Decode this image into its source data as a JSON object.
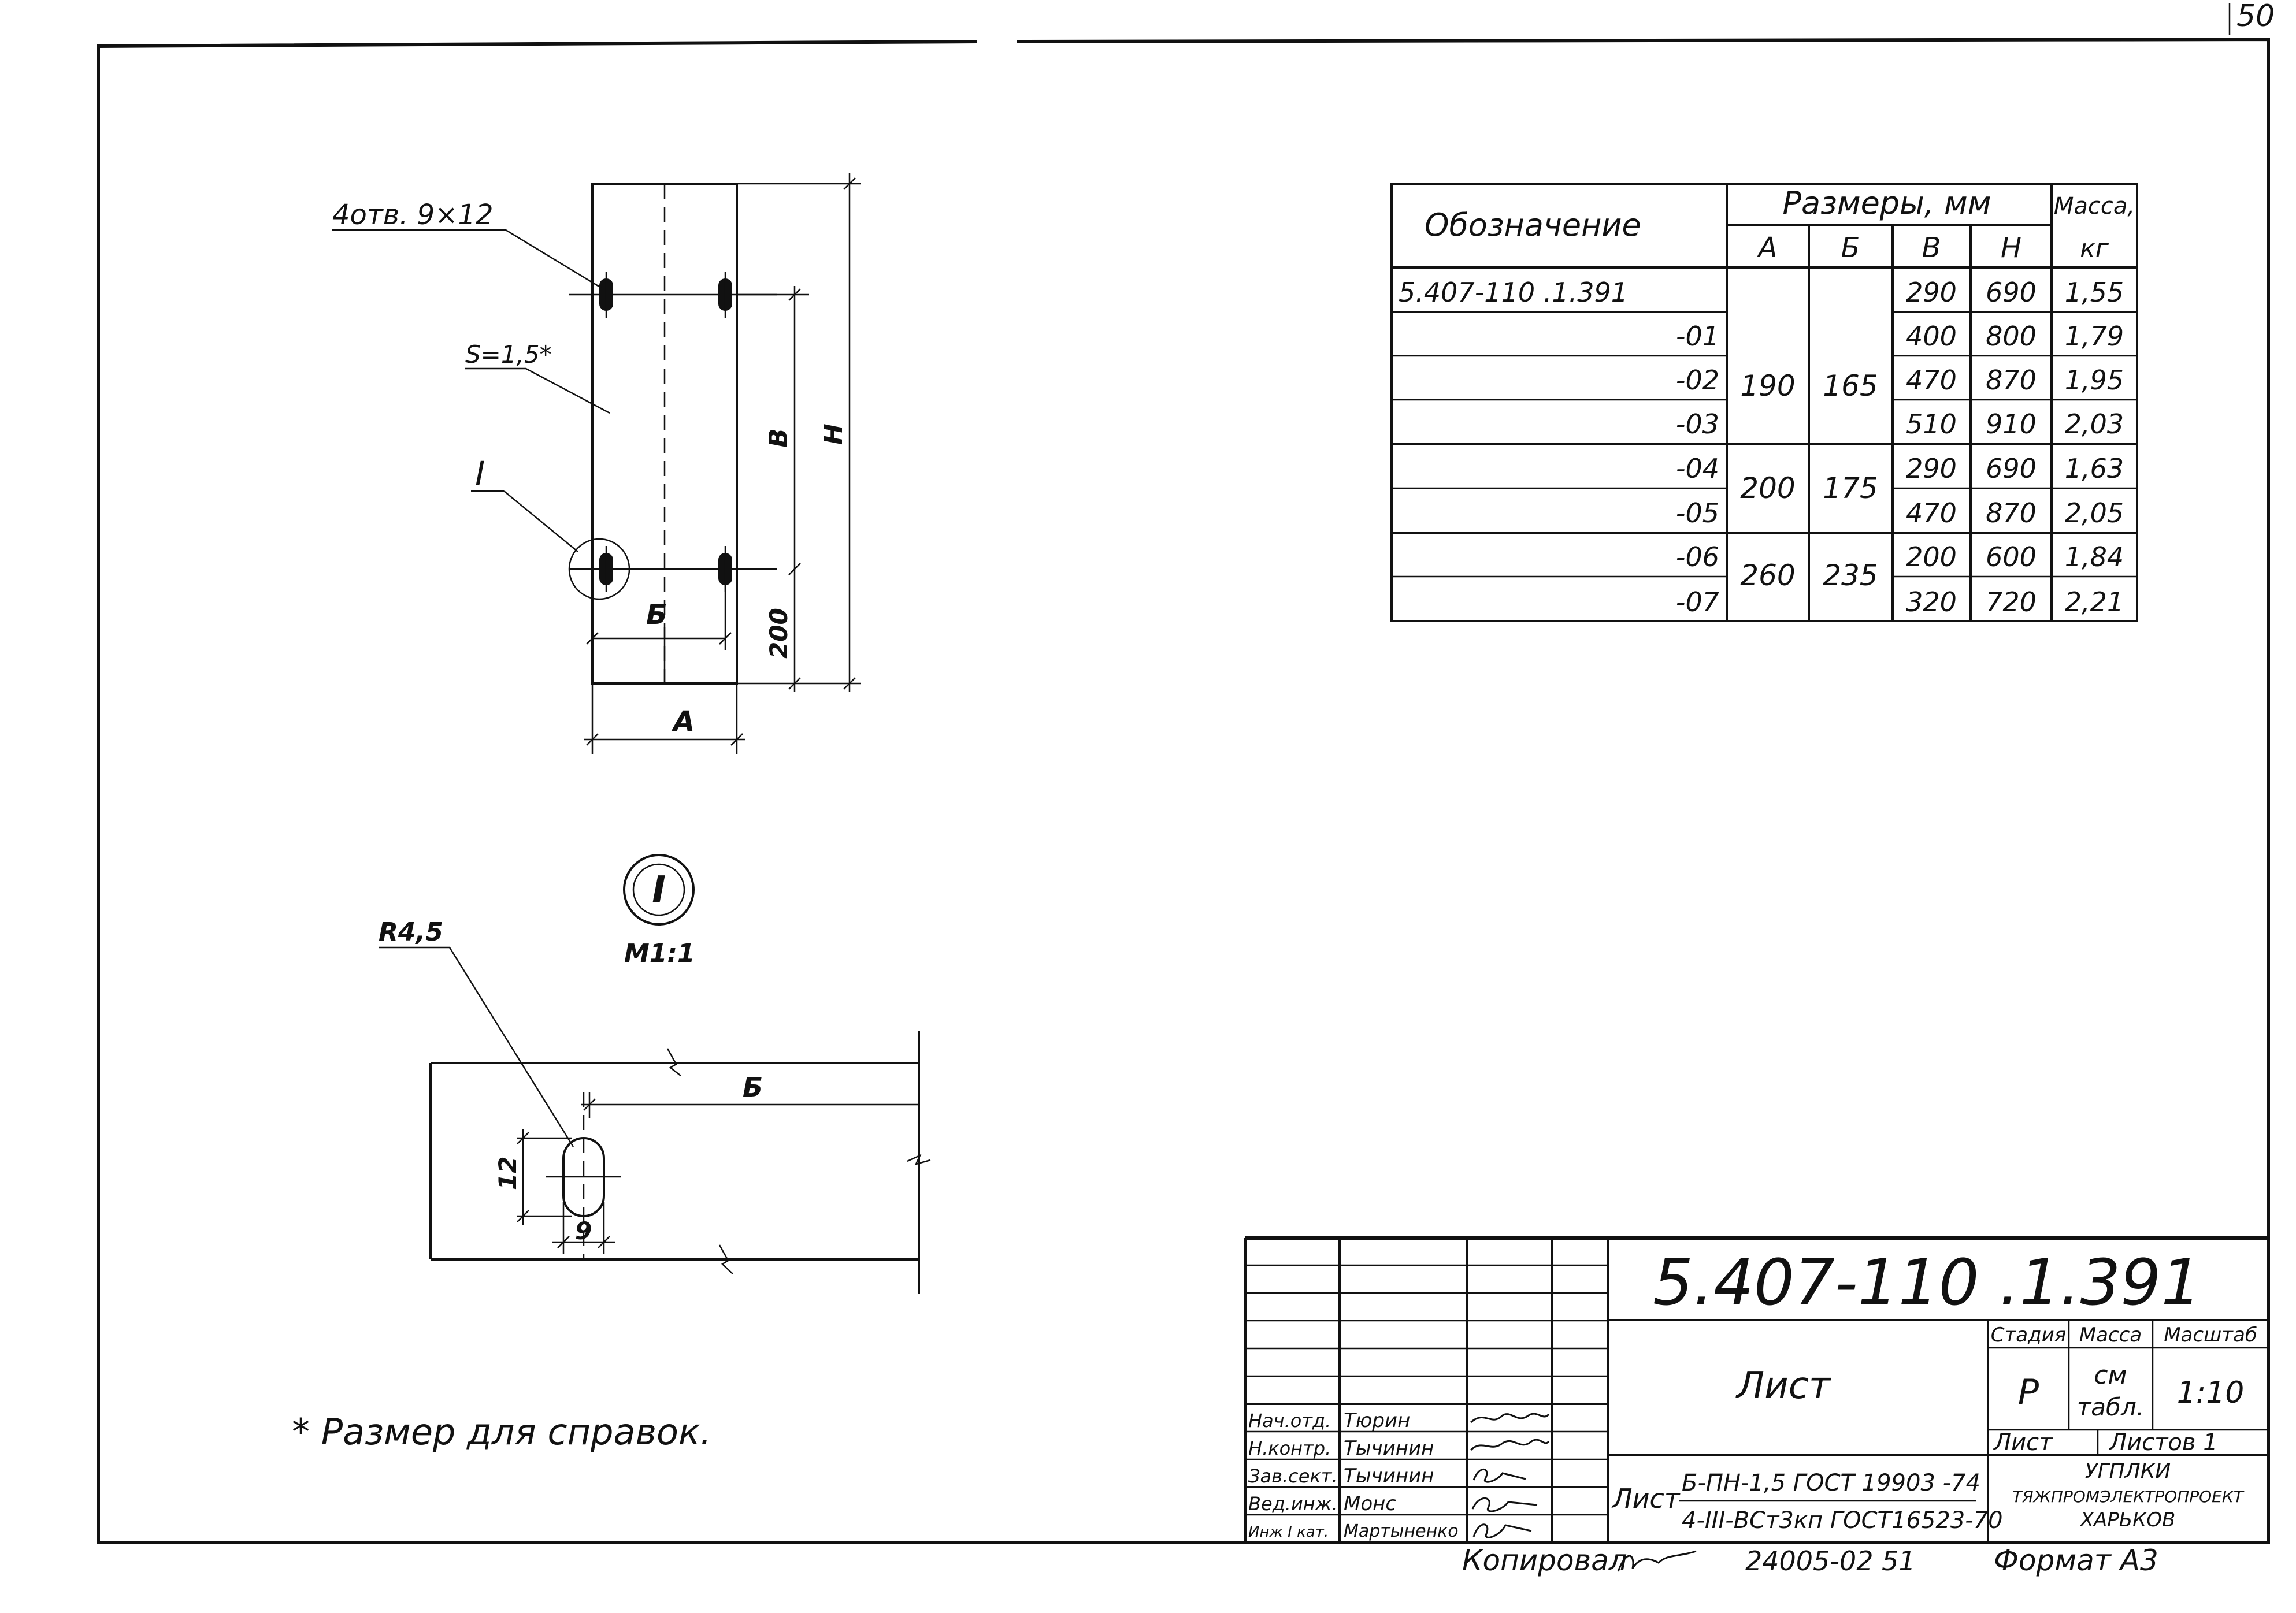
{
  "page_number": "50",
  "drawing": {
    "holes_label": "4отв. 9×12",
    "thickness_label": "S=1,5*",
    "detail_ref_label": "I",
    "dim_b": "Б",
    "dim_a": "А",
    "dim_v": "В",
    "dim_h": "Н",
    "dim_200": "200"
  },
  "detail": {
    "circle_label": "I",
    "scale": "М1:1",
    "radius_label": "R4,5",
    "dim_b": "Б",
    "dim_12": "12",
    "dim_9": "9"
  },
  "note": "* Размер для справок.",
  "spec_table": {
    "header": {
      "designation": "Обозначение",
      "sizes": "Размеры, мм",
      "mass": "Масса,",
      "mass_unit": "кг",
      "col_a": "А",
      "col_b": "Б",
      "col_v": "В",
      "col_h": "Н"
    },
    "rows": [
      {
        "designation": "5.407-110  .1.391",
        "v": "290",
        "h": "690",
        "mass": "1,55"
      },
      {
        "designation": "-01",
        "v": "400",
        "h": "800",
        "mass": "1,79"
      },
      {
        "designation": "-02",
        "v": "470",
        "h": "870",
        "mass": "1,95"
      },
      {
        "designation": "-03",
        "v": "510",
        "h": "910",
        "mass": "2,03"
      },
      {
        "designation": "-04",
        "v": "290",
        "h": "690",
        "mass": "1,63"
      },
      {
        "designation": "-05",
        "v": "470",
        "h": "870",
        "mass": "2,05"
      },
      {
        "designation": "-06",
        "v": "200",
        "h": "600",
        "mass": "1,84"
      },
      {
        "designation": "-07",
        "v": "320",
        "h": "720",
        "mass": "2,21"
      }
    ],
    "groups": [
      {
        "a": "190",
        "b": "165"
      },
      {
        "a": "200",
        "b": "175"
      },
      {
        "a": "260",
        "b": "235"
      }
    ]
  },
  "title_block": {
    "doc_number": "5.407-110  .1.391",
    "item_name": "Лист",
    "stage_label": "Стадия",
    "mass_label": "Масса",
    "scale_label": "Масштаб",
    "stage_value": "Р",
    "mass_value_1": "см",
    "mass_value_2": "табл.",
    "scale_value": "1:10",
    "sheet_label": "Лист",
    "sheets_label": "Листов 1",
    "org_line1": "УГПЛКИ",
    "org_line2": "ТЯЖПРОМЭЛЕКТРОПРОЕКТ",
    "org_line3": "ХАРЬКОВ",
    "material_prefix": "Лист",
    "material_top": "Б-ПН-1,5 ГОСТ 19903 -74",
    "material_bottom": "4-III-ВСт3кп ГОСТ16523-70",
    "staff": [
      {
        "role": "Нач.отд.",
        "name": "Тюрин"
      },
      {
        "role": "Н.контр.",
        "name": "Тычинин"
      },
      {
        "role": "Зав.сект.",
        "name": "Тычинин"
      },
      {
        "role": "Вед.инж.",
        "name": "Монс"
      },
      {
        "role": "Инж I кат.",
        "name": "Мартыненко"
      }
    ]
  },
  "footer": {
    "copied_label": "Копировал",
    "archive_number": "24005-02  51",
    "format_label": "Формат А3"
  }
}
